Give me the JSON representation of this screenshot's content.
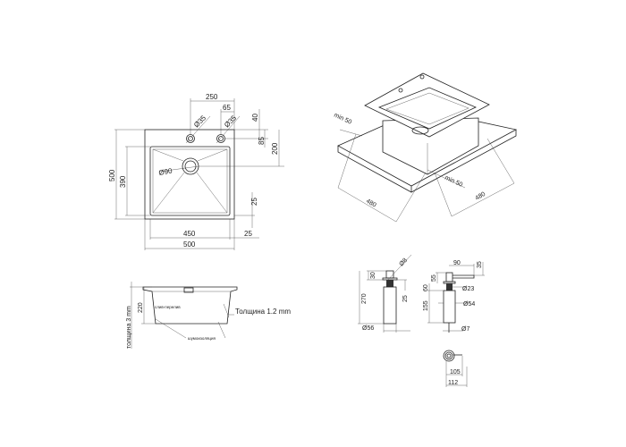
{
  "top_view": {
    "dim_250": "250",
    "dim_65": "65",
    "dim_40": "40",
    "dim_85": "85",
    "dim_200": "200",
    "dim_500_h": "500",
    "dim_390": "390",
    "dia_90": "Ø90",
    "dia_35_left": "Ø35",
    "dia_35_right": "Ø35",
    "dim_25_v": "25",
    "dim_450": "450",
    "dim_500_w": "500",
    "dim_25_h": "25"
  },
  "section_view": {
    "dim_220": "220",
    "wall_thickness": "толщина 3 mm",
    "sheet_thickness": "Толщина 1.2 mm",
    "overflow_label": "слив-перелив",
    "insulation_label": "шумоизоляция"
  },
  "isometric_view": {
    "min_50_left": "min 50",
    "min_50_right": "min 50",
    "dim_480_left": "480",
    "dim_480_right": "480"
  },
  "dispenser_left": {
    "dia_8": "Ø8",
    "dim_30": "30",
    "dim_270": "270",
    "dim_25": "25",
    "dia_56": "Ø56"
  },
  "dispenser_right": {
    "dim_90": "90",
    "dim_35": "35",
    "dim_55": "55",
    "dim_60": "60",
    "dia_23": "Ø23",
    "dim_155": "155",
    "dia_54": "Ø54",
    "dia_7": "Ø7",
    "dim_105": "105",
    "dim_112": "112"
  }
}
